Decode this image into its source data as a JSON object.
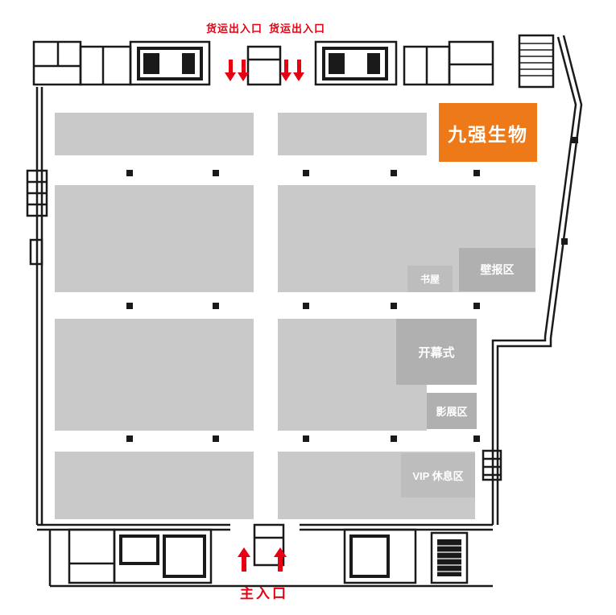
{
  "entrances": {
    "cargo_left": "货运出入口",
    "cargo_right": "货运出入口",
    "main": "主入口"
  },
  "areas": {
    "highlight_booth": "九强生物",
    "book_house": "书屋",
    "poster_area": "壁报区",
    "opening_ceremony": "开幕式",
    "photo_exhibition": "影展区",
    "vip_lounge": "VIP 休息区"
  },
  "colors": {
    "accent-red": "#e60012",
    "highlight-orange": "#ee7918",
    "block-gray": "#c9c9c9",
    "panel-gray": "#b0b0b0",
    "panel-gray-light": "#bdbdbd",
    "wall-black": "#1a1a1a"
  }
}
